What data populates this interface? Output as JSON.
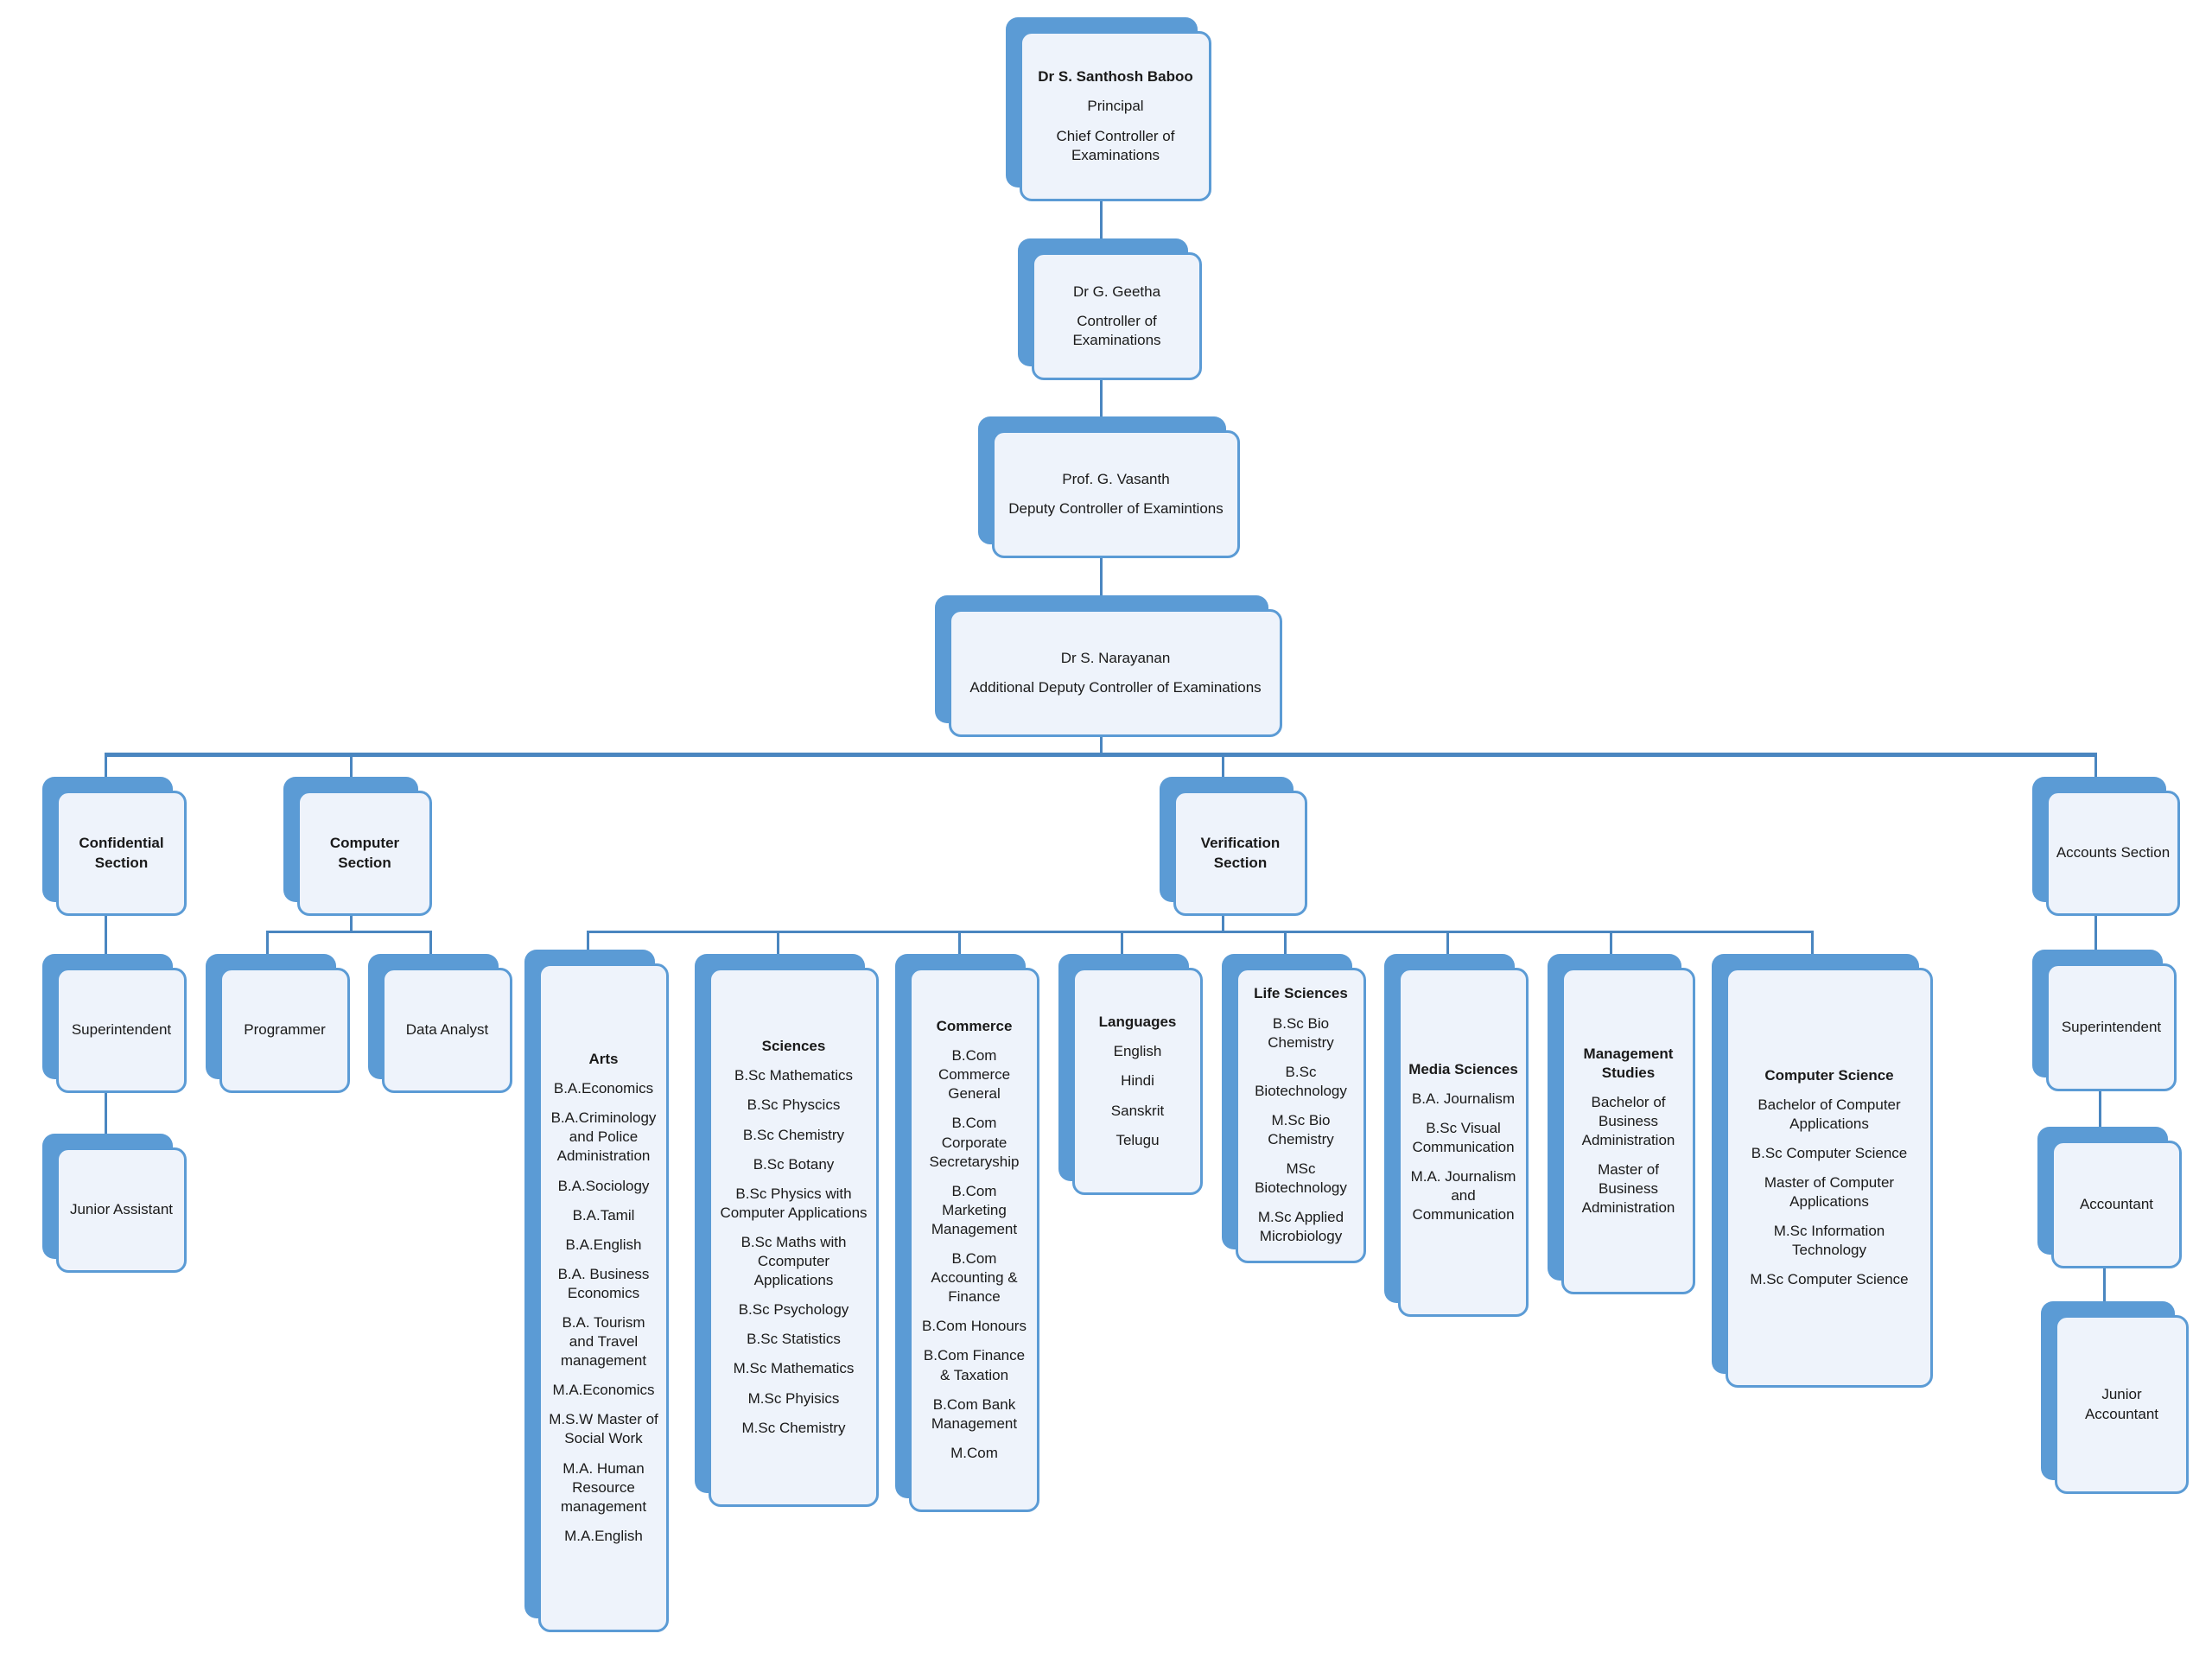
{
  "accent_color": "#5b9bd5",
  "card_fill": "#eef3fb",
  "connector_color": "#4a86c0",
  "nodes": {
    "principal": {
      "lines": [
        "Dr S. Santhosh Baboo",
        "Principal",
        "Chief Controller of Examinations"
      ]
    },
    "coe": {
      "lines": [
        "Dr G. Geetha",
        "Controller of Examinations"
      ]
    },
    "dcoe": {
      "lines": [
        "Prof. G. Vasanth",
        "Deputy Controller of Examintions"
      ]
    },
    "adcoe": {
      "lines": [
        "Dr S. Narayanan",
        "Additional Deputy Controller of Examinations"
      ]
    },
    "confidential": {
      "lines": [
        "Confidential Section"
      ]
    },
    "conf_superintendent": {
      "lines": [
        "Superintendent"
      ]
    },
    "conf_junior_assistant": {
      "lines": [
        "Junior Assistant"
      ]
    },
    "computer": {
      "lines": [
        "Computer Section"
      ]
    },
    "programmer": {
      "lines": [
        "Programmer"
      ]
    },
    "data_analyst": {
      "lines": [
        "Data Analyst"
      ]
    },
    "verification": {
      "lines": [
        "Verification Section"
      ]
    },
    "arts": {
      "lines": [
        "Arts",
        "B.A.Economics",
        "B.A.Criminology and Police Administration",
        "B.A.Sociology",
        "B.A.Tamil",
        "B.A.English",
        "B.A. Business Economics",
        "B.A. Tourism and Travel management",
        "M.A.Economics",
        "M.S.W Master of Social Work",
        "M.A. Human Resource management",
        "M.A.English"
      ]
    },
    "sciences": {
      "lines": [
        "Sciences",
        "B.Sc Mathematics",
        "B.Sc Physcics",
        "B.Sc Chemistry",
        "B.Sc Botany",
        "B.Sc Physics with Computer Applications",
        "B.Sc Maths with Ccomputer Applications",
        "B.Sc Psychology",
        "B.Sc Statistics",
        "M.Sc Mathematics",
        "M.Sc Phyisics",
        "M.Sc Chemistry"
      ]
    },
    "commerce": {
      "lines": [
        "Commerce",
        "B.Com Commerce General",
        "B.Com Corporate Secretaryship",
        "B.Com Marketing Management",
        "B.Com Accounting & Finance",
        "B.Com Honours",
        "B.Com Finance & Taxation",
        "B.Com Bank Management",
        "M.Com"
      ]
    },
    "languages": {
      "lines": [
        "Languages",
        "English",
        "Hindi",
        "Sanskrit",
        "Telugu"
      ]
    },
    "life_sciences": {
      "lines": [
        "Life Sciences",
        "B.Sc Bio Chemistry",
        "B.Sc Biotechnology",
        "M.Sc Bio Chemistry",
        "MSc Biotechnology",
        "M.Sc Applied Microbiology"
      ]
    },
    "media_sciences": {
      "lines": [
        "Media Sciences",
        "B.A. Journalism",
        "B.Sc Visual Communication",
        "M.A. Journalism and Communication"
      ]
    },
    "management": {
      "lines": [
        "Management Studies",
        "Bachelor of Business Administration",
        "Master of Business Administration"
      ]
    },
    "computer_science": {
      "lines": [
        "Computer Science",
        "Bachelor of Computer Applications",
        "B.Sc Computer Science",
        "Master of Computer Applications",
        "M.Sc Information Technology",
        "M.Sc Computer Science"
      ]
    },
    "accounts": {
      "lines": [
        "Accounts Section"
      ]
    },
    "acc_superintendent": {
      "lines": [
        "Superintendent"
      ]
    },
    "accountant": {
      "lines": [
        "Accountant"
      ]
    },
    "junior_accountant": {
      "lines": [
        "Junior Accountant"
      ]
    }
  }
}
